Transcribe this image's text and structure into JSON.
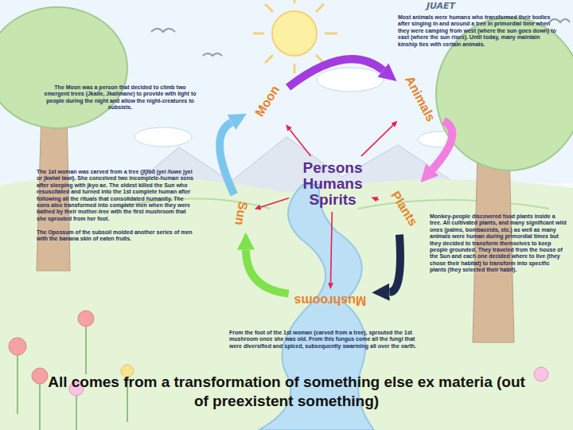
{
  "diagram": {
    "caption": "All comes from a transformation of something else ex materia (out of preexistent something)",
    "nodes": [
      {
        "text": [
          "Persons Humans Spirits"
        ]
      },
      {
        "text": [
          "Moon"
        ]
      },
      {
        "text": [
          "Animals"
        ]
      },
      {
        "text": [
          "Plants"
        ]
      },
      {
        "text": [
          "Mushrooms"
        ]
      },
      {
        "text": [
          "Sun"
        ]
      }
    ],
    "edges": [
      {
        "from": 0,
        "to": 1,
        "arrow": "to"
      },
      {
        "from": 0,
        "to": 2,
        "arrow": "to"
      },
      {
        "from": 0,
        "to": 3,
        "arrow": "to"
      },
      {
        "from": 0,
        "to": 4,
        "arrow": "to"
      },
      {
        "from": 0,
        "to": 5,
        "arrow": "to"
      },
      {
        "from": 1,
        "to": 2,
        "arrow": "to"
      },
      {
        "from": 2,
        "to": 3,
        "arrow": "to"
      },
      {
        "from": 3,
        "to": 4,
        "arrow": "to"
      },
      {
        "from": 4,
        "to": 5,
        "arrow": "to"
      },
      {
        "from": 5,
        "to": 1,
        "arrow": "to"
      }
    ],
    "labels": [
      "The Moon was a person that decided to climb two emergent trees (Jkaile, Jkalimane) to provide with light to people during the night and allow the night-creatures to subsists.",
      "Most animals were humans who transformed their bodies after singing in and around a tree in primordial time when they were camping from west (where the sun goes down) to east (where the sun rises). Until today, many maintain kinship ties with certain animals.",
      "The 1st woman was carved from a tree (jĩjĩbõ jyei /luwe jyei or jkwiwi tawi). She conceived two incomplete-human sons after sleeping with jkyo ae. The oldest killed the Sun who resuscitated and turned into the 1st complete human after following all the rituals that consolidated humanity. The sons also transformed into complete men when they were bathed by their mother-tree with the first mushroom that she sprouted from her foot.",
      "The Opossum of the subsoil molded another series of men with the banana skin of eaten fruits.",
      "Monkey-people discovered food plants inside a tree. All cultivated plants, and many significant wild ones (palms, bombaceids, etc.) as well as many animals were human during primordial times but they decided to transform themselves to keep people grounded. They traveled from the house of the Sun and each one decided where to live (they chose their habitat) to transform into specific plants (they selected their habit).",
      "From the foot of the 1st woman (carved from a tree), sprouted the 1st mushroom once she was old. From this fungus come all the fungi that were diversified and spiced, subsequently swarming all over the earth.",
      "JUAET"
    ]
  }
}
